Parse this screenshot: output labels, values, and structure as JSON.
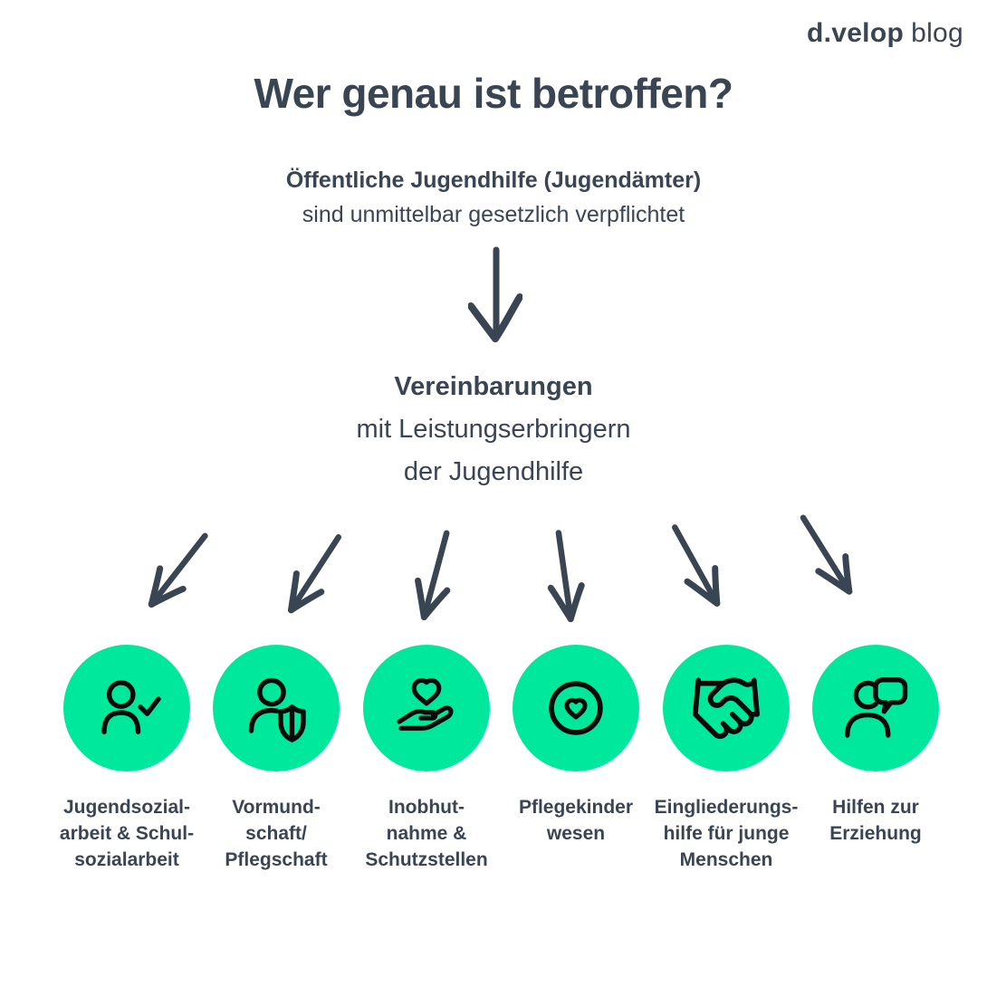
{
  "logo": {
    "brand": "d.velop",
    "suffix": "blog"
  },
  "title": "Wer genau ist betroffen?",
  "intro": {
    "line1": "Öffentliche Jugendhilfe (Jugendämter)",
    "line2": "sind unmittelbar gesetzlich verpflichtet"
  },
  "agreement": {
    "line1": "Vereinbarungen",
    "line2": "mit Leistungserbringern",
    "line3": "der Jugendhilfe"
  },
  "targets": [
    {
      "icon": "person-check-icon",
      "label": "Jugendsozial-\narbeit & Schul-\nsozialarbeit"
    },
    {
      "icon": "person-shield-icon",
      "label": "Vormund-\nschaft/\nPflegschaft"
    },
    {
      "icon": "hand-heart-icon",
      "label": "Inobhut-\nnahme &\nSchutzstellen"
    },
    {
      "icon": "heart-circle-icon",
      "label": "Pflegekinder\nwesen"
    },
    {
      "icon": "handshake-icon",
      "label": "Eingliederungs-\nhilfe für junge\nMenschen"
    },
    {
      "icon": "person-chat-icon",
      "label": "Hilfen zur\nErziehung"
    }
  ],
  "colors": {
    "accent_green": "#00E89C",
    "text_slate": "#3A4553",
    "icon_black": "#0B0B0B",
    "background": "#FFFFFF"
  }
}
